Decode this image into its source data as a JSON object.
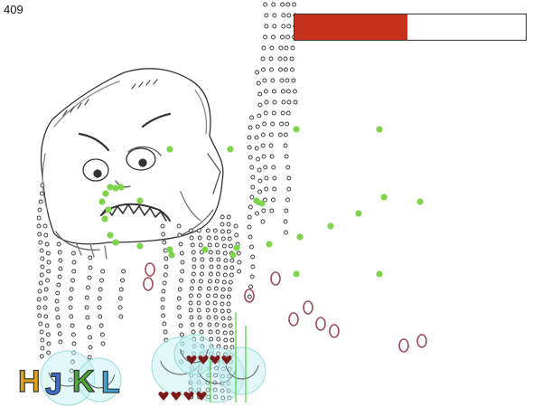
{
  "hud": {
    "score": "409",
    "boss_health_fraction": 0.49
  },
  "controls": {
    "keys": [
      "H",
      "J",
      "K",
      "L"
    ],
    "key_colors": [
      "#e0a21d",
      "#3a6fd8",
      "#4faa3a",
      "#3aa6d8"
    ]
  },
  "player_lives": {
    "count": 4,
    "color": "#7a1a1a"
  },
  "colors": {
    "boss_health": "#c7321f",
    "pellet": "#7ed44b",
    "ring": "#a0485e",
    "bullet": "#333333",
    "shield": "#bfeeee"
  }
}
